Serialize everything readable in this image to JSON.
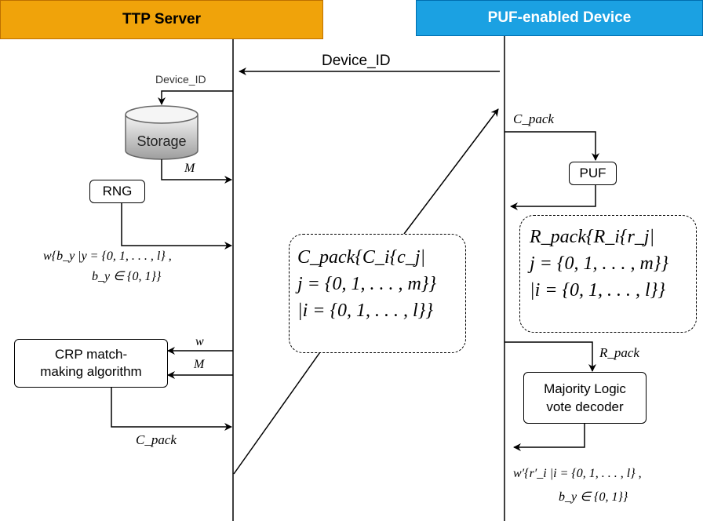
{
  "headers": {
    "ttp": "TTP Server",
    "puf": "PUF-enabled Device"
  },
  "messages": {
    "device_id_top": "Device_ID",
    "device_id_small": "Device_ID",
    "m1": "M",
    "w": "w",
    "m2": "M",
    "c_pack_arrow": "C_pack",
    "c_pack_device": "C_pack",
    "r_pack_arrow": "R_pack"
  },
  "nodes": {
    "storage": "Storage",
    "rng": "RNG",
    "crp_line1": "CRP match-",
    "crp_line2": "making algorithm",
    "puf": "PUF",
    "majority_line1": "Majority Logic",
    "majority_line2": "vote decoder"
  },
  "formulas": {
    "w_line1": "w{b_y |y = {0, 1, . . . , l} ,",
    "w_line2": "b_y ∈ {0, 1}}",
    "c_pack_line1": "C_pack{C_i{c_j|",
    "c_pack_line2": "j = {0, 1, . . . , m}}",
    "c_pack_line3": "|i = {0, 1, . . . , l}}",
    "r_pack_line1": "R_pack{R_i{r_j|",
    "r_pack_line2": "j = {0, 1, . . . , m}}",
    "r_pack_line3": "|i = {0, 1, . . . , l}}",
    "wp_line1": "w′{r′_i |i = {0, 1, . . . , l} ,",
    "wp_line2": "b_y ∈ {0, 1}}"
  },
  "colors": {
    "ttp_header": "#f0a30a",
    "puf_header": "#1ba1e2",
    "storage_top": "#f5f5f5",
    "storage_bottom": "#9e9e9e"
  }
}
